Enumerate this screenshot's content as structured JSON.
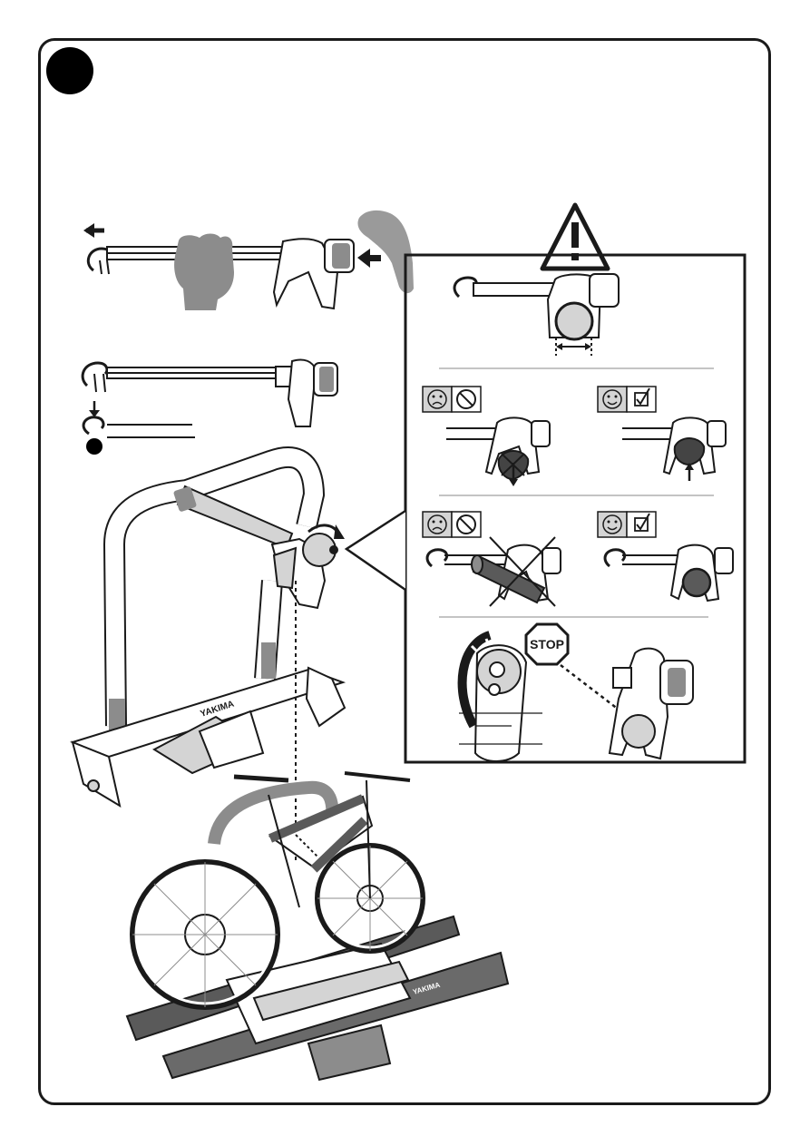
{
  "step": {
    "number": ""
  },
  "stop_sign": {
    "label": "STOP"
  },
  "rack": {
    "brand": "YAKIMA"
  },
  "platform": {
    "brand": "YAKIMA"
  },
  "colors": {
    "ink": "#1a1a1a",
    "gray": "#8c8c8c",
    "light_gray": "#d4d4d4",
    "dark_fill": "#444444",
    "good_fill": "#5a5a5a"
  },
  "icons": {
    "warning": "warning-triangle-icon",
    "sad": "sad-face-icon",
    "prohibited": "prohibited-icon",
    "happy": "happy-face-icon",
    "check": "checkbox-checked-icon",
    "stop": "stop-sign-icon"
  }
}
